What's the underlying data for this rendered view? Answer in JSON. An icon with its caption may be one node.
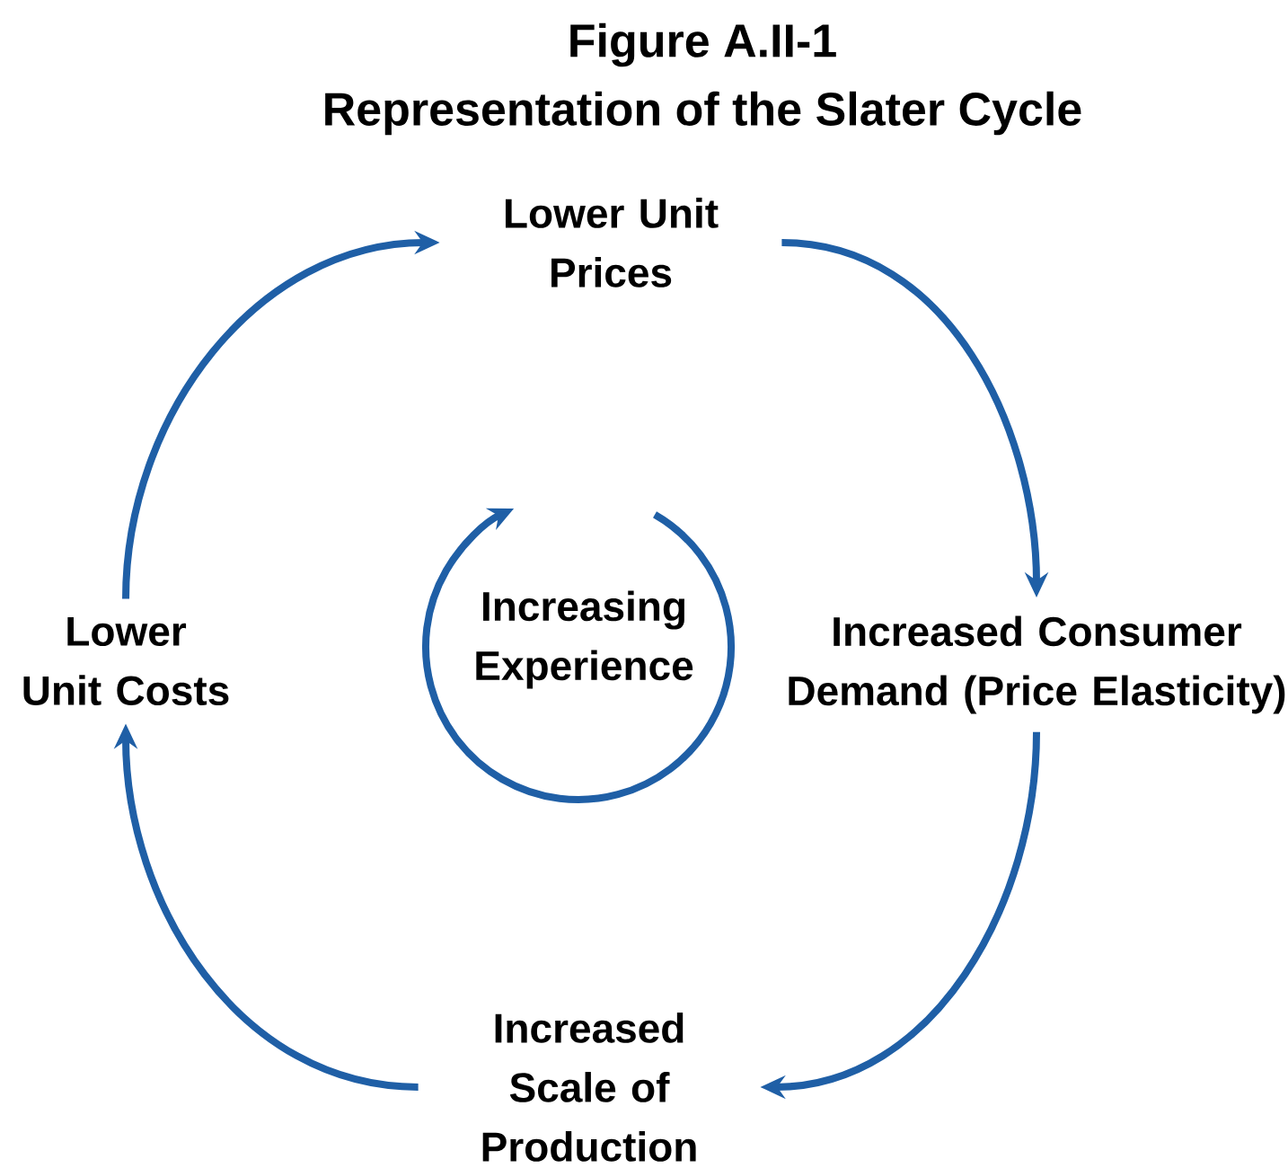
{
  "diagram": {
    "title": "Figure A.II-1",
    "caption": "Representation of the Slater Cycle",
    "nodes": [
      {
        "text": [
          "Lower Unit Prices"
        ]
      },
      {
        "text": [
          "Increased Consumer Demand (Price Elasticity)"
        ]
      },
      {
        "text": [
          "Increased Scale of Production"
        ]
      },
      {
        "text": [
          "Lower Unit Costs"
        ]
      },
      {
        "text": [
          "Increasing Experience"
        ]
      }
    ],
    "edges": [
      {
        "from": 3,
        "to": 0,
        "arrow": "to"
      },
      {
        "from": 0,
        "to": 1,
        "arrow": "to"
      },
      {
        "from": 1,
        "to": 2,
        "arrow": "to"
      },
      {
        "from": 2,
        "to": 3,
        "arrow": "to"
      }
    ]
  }
}
